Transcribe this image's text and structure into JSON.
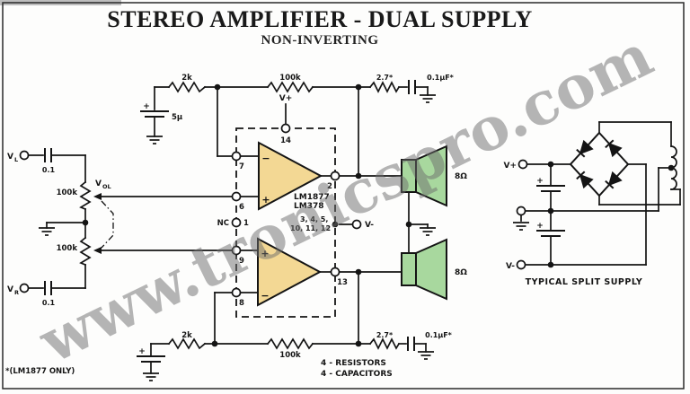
{
  "page": {
    "title": "STEREO AMPLIFIER - DUAL SUPPLY",
    "subtitle": "NON-INVERTING",
    "watermark": "www.tronicspro.com",
    "footnote": "*(LM1877 ONLY)",
    "colors": {
      "opamp_fill": "#f3d894",
      "speaker_fill": "#a8d89e",
      "line": "#141414",
      "watermark": "#6e6e6e"
    }
  },
  "ic": {
    "part_line1": "LM1877",
    "part_line2": "LM378",
    "nc_pins_row1": "3, 4, 5,",
    "nc_pins_row2": "10, 11, 12",
    "pin_vplus_label": "V+",
    "pin_vplus_num": "14",
    "pin_inv_top": "7",
    "pin_noninv_top": "6",
    "pin_nc_label": "NC",
    "pin_nc": "1",
    "pin_out_top": "2",
    "pin_noninv_bot": "9",
    "pin_inv_bot": "8",
    "pin_out_bot": "13",
    "pin_vminus_label": "V-",
    "minus_top": "−",
    "plus_top": "+",
    "plus_bot": "+",
    "minus_bot": "−"
  },
  "top_channel": {
    "r_input": "2k",
    "r_feedback": "100k",
    "c_bypass": "5µ",
    "c_bypass_plus": "+",
    "r_zobel": "2.7*",
    "c_zobel": "0.1µF*",
    "speaker": "8Ω"
  },
  "bottom_channel": {
    "r_input": "2k",
    "r_feedback": "100k",
    "c_bypass_plus": "+",
    "r_zobel": "2.7*",
    "c_zobel": "0.1µF*",
    "speaker": "8Ω"
  },
  "inputs": {
    "left_v": "V",
    "left_sub": "L",
    "left_cap": "0.1",
    "right_v": "V",
    "right_sub": "R",
    "right_cap": "0.1",
    "pot_top": "100k",
    "pot_bottom": "100k",
    "vol_v": "V",
    "vol_sub": "OL"
  },
  "notes": {
    "parts_row1": "4 - RESISTORS",
    "parts_row2": "4 - CAPACITORS"
  },
  "supply": {
    "caption": "TYPICAL SPLIT SUPPLY",
    "vplus": "V+",
    "vminus": "V-",
    "cap1_plus": "+",
    "cap2_plus": "+"
  }
}
